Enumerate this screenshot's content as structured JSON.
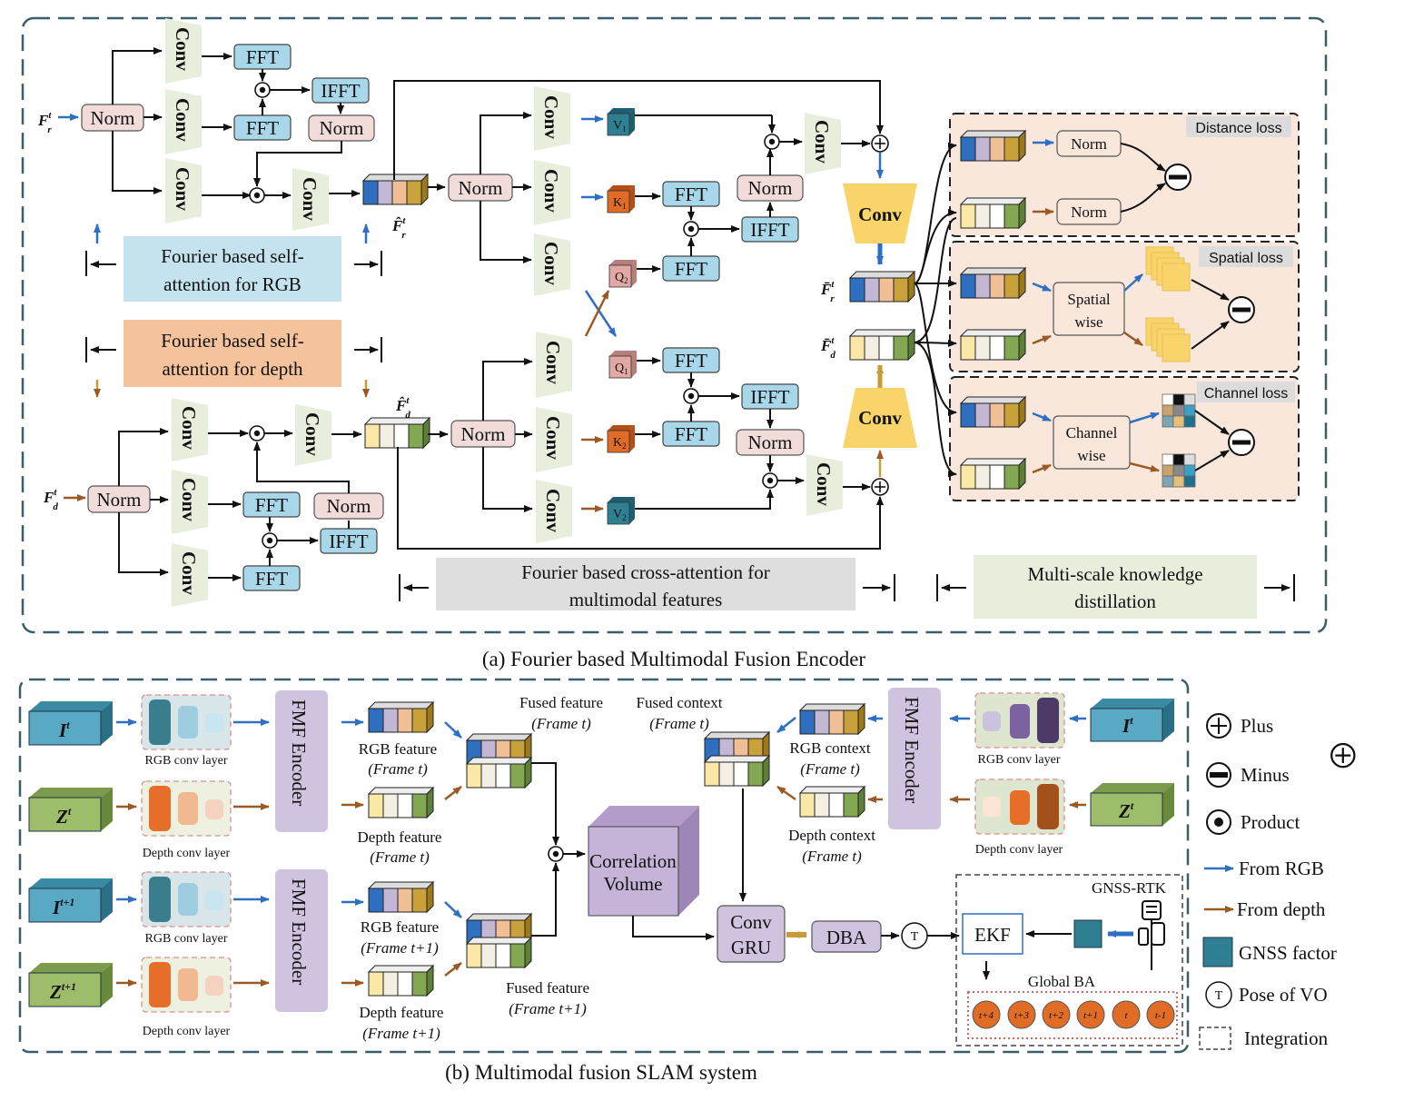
{
  "colors": {
    "rgb_arrow": "#2e6fc2",
    "depth_arrow": "#9a5a25",
    "norm_box": "#f1dcda",
    "fft_box": "#a9d7ea",
    "conv_panel": "#e8eedc",
    "conv_yellow": "#f8d46a",
    "loss_panel": "#f9e7dc",
    "gnss_factor": "#2f7f93",
    "rgb_label_bg": "#c4e3ee",
    "depth_label_bg": "#f5c39b",
    "cross_label_bg": "#dedede",
    "distill_label_bg": "#e8eedc",
    "correlation_volume": "#c5b4d8",
    "node_orange": "#e06c26"
  },
  "encoder": {
    "conv": "Conv",
    "fft": "FFT",
    "ifft": "IFFT",
    "norm": "Norm",
    "rgb_input": "F",
    "rgb_input_sup": "t",
    "rgb_input_sub": "r",
    "depth_input": "F",
    "depth_input_sup": "t",
    "depth_input_sub": "d",
    "fused_rgb_hat": "F̂",
    "fused_depth_hat": "F̂",
    "fused_rgb_bar": "F̄",
    "fused_depth_bar": "F̄",
    "sup_t": "t",
    "sub_r": "r",
    "sub_d": "d",
    "v1": "V",
    "v1_sub": "1",
    "k1": "K",
    "k1_sub": "1",
    "q2": "Q",
    "q2_sub": "2",
    "q1": "Q",
    "q1_sub": "1",
    "k2": "K",
    "k2_sub": "2",
    "v2": "V",
    "v2_sub": "2",
    "label_rgb": [
      "Fourier based self-",
      "attention for RGB"
    ],
    "label_depth": [
      "Fourier based self-",
      "attention for depth"
    ],
    "label_cross": [
      "Fourier based cross-attention for",
      "multimodal features"
    ],
    "label_distill": [
      "Multi-scale knowledge",
      "distillation"
    ],
    "distance_loss": "Distance loss",
    "spatial_loss": "Spatial loss",
    "channel_loss": "Channel loss",
    "spatial_wise": [
      "Spatial",
      "wise"
    ],
    "channel_wise": [
      "Channel",
      "wise"
    ],
    "caption": "(a) Fourier based Multimodal Fusion Encoder"
  },
  "slam": {
    "I": "I",
    "Z": "Z",
    "sup_t": "t",
    "sup_t1": "t+1",
    "rgb_conv_layer": "RGB conv layer",
    "depth_conv_layer": "Depth conv layer",
    "fmf_encoder": "FMF Encoder",
    "rgb_feature": "RGB feature",
    "depth_feature": "Depth feature",
    "frame_t": "(Frame t)",
    "frame_t1": "(Frame t+1)",
    "fused_feature": "Fused feature",
    "fused_context": "Fused context",
    "rgb_context": "RGB context",
    "depth_context": "Depth context",
    "correlation_volume": [
      "Correlation",
      "Volume"
    ],
    "conv_gru": [
      "Conv",
      "GRU"
    ],
    "dba": "DBA",
    "T": "T",
    "ekf": "EKF",
    "gnss_rtk": "GNSS-RTK",
    "global_ba": "Global BA",
    "nodes": [
      "t+4",
      "t+3",
      "t+2",
      "t+1",
      "t",
      "t-1"
    ],
    "caption": "(b) Multimodal fusion SLAM system"
  },
  "legend": {
    "plus": "Plus",
    "minus": "Minus",
    "product": "Product",
    "from_rgb": "From RGB",
    "from_depth": "From depth",
    "gnss_factor": "GNSS factor",
    "pose_of_vo": "Pose of VO",
    "integration": "Integration"
  }
}
